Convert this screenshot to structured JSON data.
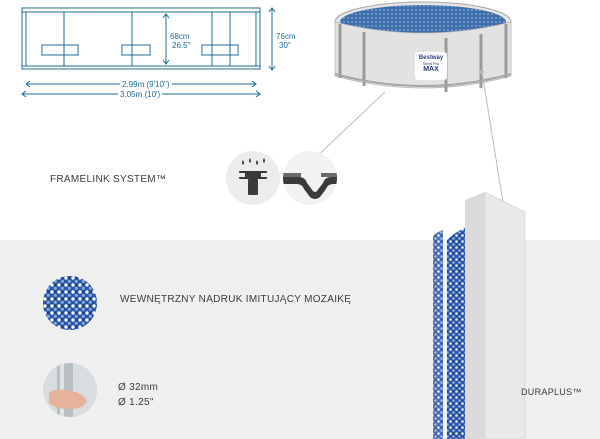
{
  "dimensions": {
    "width_metric": "2.99m (9'10\")",
    "width_outer": "3.05m (10')",
    "height_inner_cm": "68cm",
    "height_inner_in": "26.5\"",
    "height_outer_cm": "76cm",
    "height_outer_in": "30\""
  },
  "pool_label": {
    "brand": "Bestway",
    "line": "Steel Pro",
    "model": "MAX"
  },
  "features": {
    "framelink": "FRAMELINK SYSTEM™",
    "mosaic": "WEWNĘTRZNY NADRUK IMITUJĄCY MOZAIKĘ",
    "pipe_mm": "Ø 32mm",
    "pipe_in": "Ø 1.25\"",
    "liner": "DURAPLUS™"
  },
  "colors": {
    "drawing": "#1f6e94",
    "pool_water": "#3f6fa8",
    "frame": "#d9d9d9",
    "mosaic_blue": "#2b56a8",
    "band": "#efefef"
  },
  "icons": [
    "water-drops-icon",
    "t-connector-icon",
    "frame-joint-icon",
    "mosaic-swatch-icon",
    "pipe-hand-icon"
  ]
}
